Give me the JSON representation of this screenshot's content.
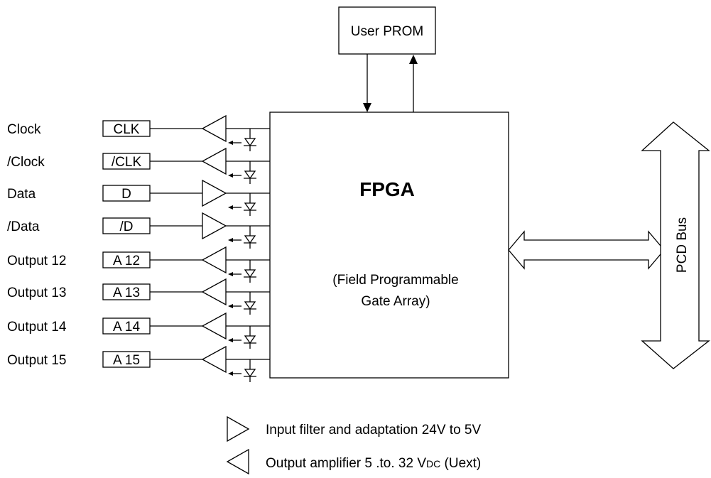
{
  "prom": {
    "label": "User PROM"
  },
  "fpga": {
    "title": "FPGA",
    "subtitle_line1": "(Field Programmable",
    "subtitle_line2": "Gate Array)"
  },
  "bus": {
    "label": "PCD  Bus"
  },
  "signals": [
    {
      "name": "Clock",
      "pin": "CLK",
      "direction": "output"
    },
    {
      "name": "/Clock",
      "pin": "/CLK",
      "direction": "output"
    },
    {
      "name": "Data",
      "pin": "D",
      "direction": "input"
    },
    {
      "name": "/Data",
      "pin": "/D",
      "direction": "input"
    },
    {
      "name": "Output 12",
      "pin": "A 12",
      "direction": "output"
    },
    {
      "name": "Output 13",
      "pin": "A 13",
      "direction": "output"
    },
    {
      "name": "Output 14",
      "pin": "A 14",
      "direction": "output"
    },
    {
      "name": "Output 15",
      "pin": "A 15",
      "direction": "output"
    }
  ],
  "legend": {
    "input_text": "Input filter and adaptation 24V to 5V",
    "output_text_main": "Output amplifier 5 .to. 32 V",
    "output_text_small": "DC",
    "output_text_end": " (Uext)"
  }
}
